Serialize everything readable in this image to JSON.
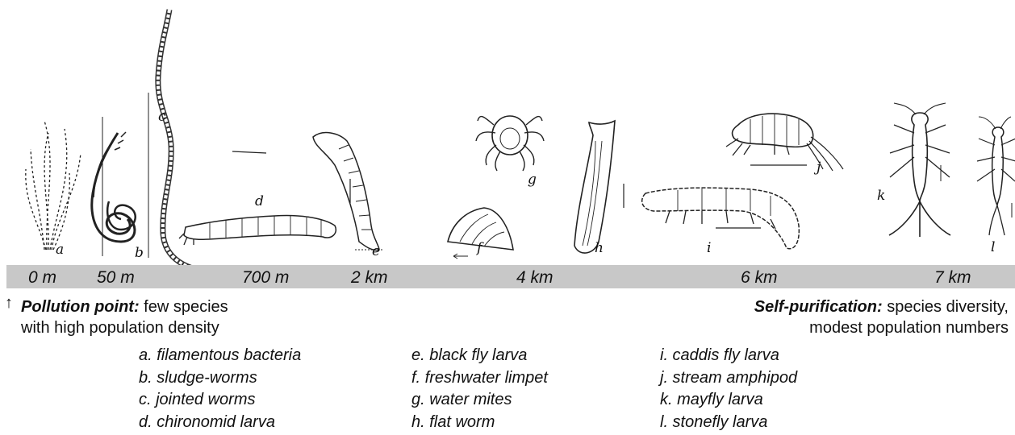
{
  "distances": [
    "0 m",
    "50 m",
    "700 m",
    "2 km",
    "4 km",
    "6 km",
    "7 km"
  ],
  "specimen_letters": [
    "a",
    "b",
    "c",
    "d",
    "e",
    "f",
    "g",
    "h",
    "i",
    "j",
    "k",
    "l"
  ],
  "pollution_point": {
    "arrow": "↑",
    "title": "Pollution point:",
    "text_line1": " few species",
    "text_line2": "with high population density"
  },
  "self_purification": {
    "title": "Self-purification:",
    "text_line1": " species diversity,",
    "text_line2": "modest population numbers"
  },
  "legend": {
    "col1": [
      "a. filamentous bacteria",
      "b. sludge-worms",
      "c. jointed worms",
      "d. chironomid larva"
    ],
    "col2": [
      "e. black fly larva",
      "f. freshwater limpet",
      "g. water mites",
      "h. flat worm"
    ],
    "col3": [
      "i. caddis fly larva",
      "j. stream amphipod",
      "k. mayfly larva",
      "l. stonefly larva"
    ]
  }
}
